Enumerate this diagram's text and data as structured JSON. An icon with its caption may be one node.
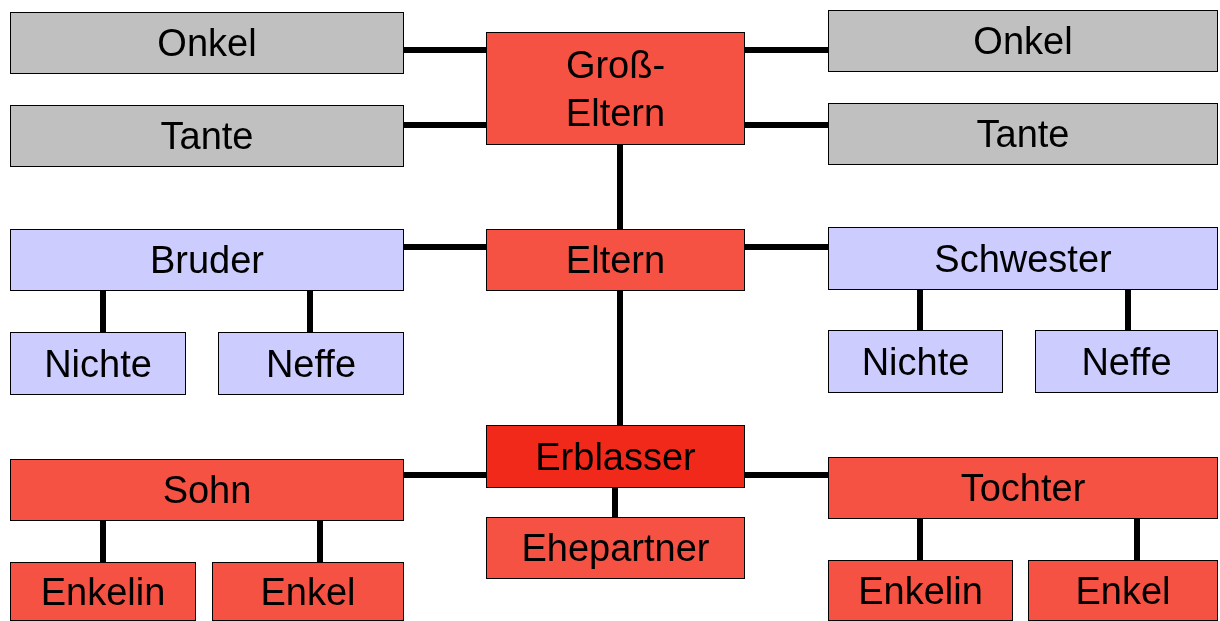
{
  "diagram": {
    "nodes": [
      {
        "text": [
          "Onkel"
        ]
      },
      {
        "text": [
          "Tante"
        ]
      },
      {
        "text": [
          "Groß- Eltern"
        ]
      },
      {
        "text": [
          "Onkel"
        ]
      },
      {
        "text": [
          "Tante"
        ]
      },
      {
        "text": [
          "Bruder"
        ]
      },
      {
        "text": [
          "Eltern"
        ]
      },
      {
        "text": [
          "Schwester"
        ]
      },
      {
        "text": [
          "Nichte"
        ]
      },
      {
        "text": [
          "Neffe"
        ]
      },
      {
        "text": [
          "Nichte"
        ]
      },
      {
        "text": [
          "Neffe"
        ]
      },
      {
        "text": [
          "Erblasser"
        ]
      },
      {
        "text": [
          "Sohn"
        ]
      },
      {
        "text": [
          "Tochter"
        ]
      },
      {
        "text": [
          "Ehepartner"
        ]
      },
      {
        "text": [
          "Enkelin"
        ]
      },
      {
        "text": [
          "Enkel"
        ]
      },
      {
        "text": [
          "Enkelin"
        ]
      },
      {
        "text": [
          "Enkel"
        ]
      }
    ],
    "edges": [
      {
        "from": 0,
        "to": 2,
        "arrow": "none"
      },
      {
        "from": 1,
        "to": 2,
        "arrow": "none"
      },
      {
        "from": 2,
        "to": 3,
        "arrow": "none"
      },
      {
        "from": 2,
        "to": 4,
        "arrow": "none"
      },
      {
        "from": 2,
        "to": 6,
        "arrow": "none"
      },
      {
        "from": 5,
        "to": 6,
        "arrow": "none"
      },
      {
        "from": 6,
        "to": 7,
        "arrow": "none"
      },
      {
        "from": 5,
        "to": 8,
        "arrow": "none"
      },
      {
        "from": 5,
        "to": 9,
        "arrow": "none"
      },
      {
        "from": 7,
        "to": 10,
        "arrow": "none"
      },
      {
        "from": 7,
        "to": 11,
        "arrow": "none"
      },
      {
        "from": 6,
        "to": 12,
        "arrow": "none"
      },
      {
        "from": 13,
        "to": 12,
        "arrow": "none"
      },
      {
        "from": 12,
        "to": 14,
        "arrow": "none"
      },
      {
        "from": 12,
        "to": 15,
        "arrow": "none"
      },
      {
        "from": 13,
        "to": 16,
        "arrow": "none"
      },
      {
        "from": 13,
        "to": 17,
        "arrow": "none"
      },
      {
        "from": 14,
        "to": 18,
        "arrow": "none"
      },
      {
        "from": 14,
        "to": 19,
        "arrow": "none"
      }
    ]
  }
}
